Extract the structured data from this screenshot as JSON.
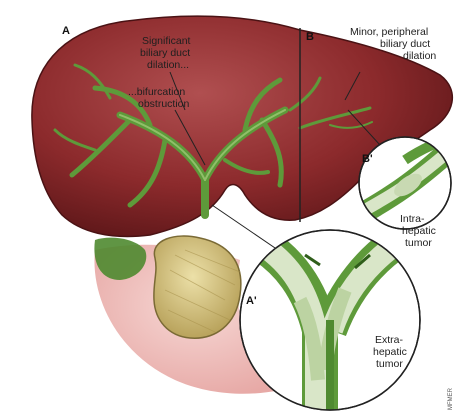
{
  "panels": {
    "a": "A",
    "b": "B",
    "a_prime": "A'",
    "b_prime": "B'"
  },
  "labels": {
    "significant": [
      "Significant",
      "biliary duct",
      "dilation..."
    ],
    "bifurcation": [
      "...bifurcation",
      "obstruction"
    ],
    "minor": [
      "Minor, peripheral",
      "biliary duct",
      "dilation"
    ],
    "intra": [
      "Intra-",
      "hepatic",
      "tumor"
    ],
    "extra": [
      "Extra-",
      "hepatic",
      "tumor"
    ]
  },
  "credit": "MFMER",
  "colors": {
    "liver": "#8c2a2c",
    "liver_light": "#a8494a",
    "liver_dark": "#5e1719",
    "duct": "#5e9a3a",
    "duct_light": "#a6cf7d",
    "gallbladder": "#d9c98a",
    "tumor": "#d9e6c8",
    "pink": "#f3c7c4"
  }
}
